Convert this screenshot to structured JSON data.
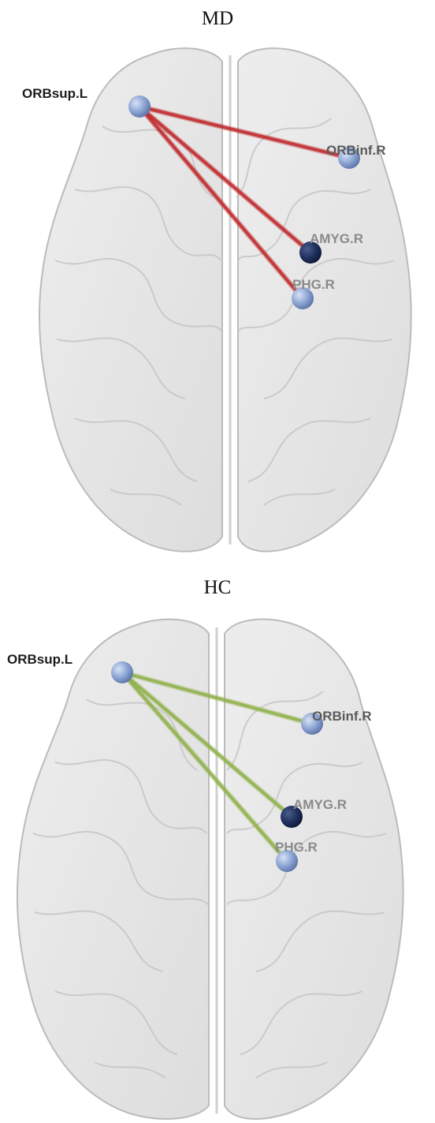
{
  "panels": [
    {
      "id": "md",
      "title": "MD",
      "edge_color": "#c0282c",
      "nodes": [
        {
          "key": "orbsup",
          "label": "ORBsup.L",
          "label_color": "#1c1c1c"
        },
        {
          "key": "orbinf",
          "label": "ORBinf.R",
          "label_color": "#5a5a5a"
        },
        {
          "key": "amyg",
          "label": "AMYG.R",
          "label_color": "#8a8a8a"
        },
        {
          "key": "phg",
          "label": "PHG.R",
          "label_color": "#8a8a8a"
        }
      ],
      "edges": [
        [
          "orbsup",
          "orbinf"
        ],
        [
          "orbsup",
          "amyg"
        ],
        [
          "orbsup",
          "phg"
        ]
      ]
    },
    {
      "id": "hc",
      "title": "HC",
      "edge_color": "#8fb04a",
      "nodes": [
        {
          "key": "orbsup",
          "label": "ORBsup.L",
          "label_color": "#1c1c1c"
        },
        {
          "key": "orbinf",
          "label": "ORBinf.R",
          "label_color": "#5a5a5a"
        },
        {
          "key": "amyg",
          "label": "AMYG.R",
          "label_color": "#8a8a8a"
        },
        {
          "key": "phg",
          "label": "PHG.R",
          "label_color": "#8a8a8a"
        }
      ],
      "edges": [
        [
          "orbsup",
          "orbinf"
        ],
        [
          "orbsup",
          "amyg"
        ],
        [
          "orbsup",
          "phg"
        ]
      ]
    }
  ],
  "colors": {
    "node_light": "#8ea6d4",
    "node_dark": "#1f2f5c",
    "brain_fill": "#e6e6e6",
    "brain_stroke": "#bdbdbd"
  }
}
